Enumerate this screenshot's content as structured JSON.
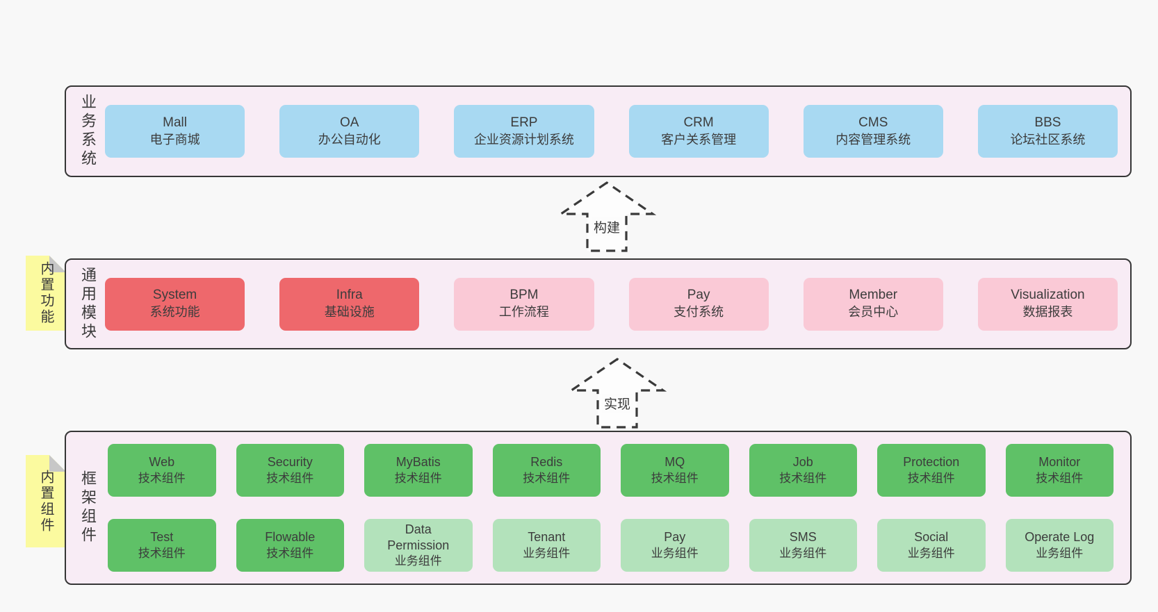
{
  "colors": {
    "background": "#f8f8f8",
    "layer_background": "#f8ecf5",
    "layer_border": "#363636",
    "sticky_note": "#fbfa9f",
    "sticky_fold": "#c7c7c7",
    "text": "#3c3c3c",
    "box_variants": {
      "blue": "#a8d9f2",
      "red": "#ee686c",
      "pink": "#fac9d6",
      "green": "#5fc167",
      "light_green": "#b3e2bb"
    }
  },
  "arrows": [
    {
      "label": "构建"
    },
    {
      "label": "实现"
    }
  ],
  "layers": [
    {
      "side_label": "业务系统",
      "boxes": [
        {
          "name": "Mall",
          "desc": "电子商城",
          "variant": "blue"
        },
        {
          "name": "OA",
          "desc": "办公自动化",
          "variant": "blue"
        },
        {
          "name": "ERP",
          "desc": "企业资源计划系统",
          "variant": "blue"
        },
        {
          "name": "CRM",
          "desc": "客户关系管理",
          "variant": "blue"
        },
        {
          "name": "CMS",
          "desc": "内容管理系统",
          "variant": "blue"
        },
        {
          "name": "BBS",
          "desc": "论坛社区系统",
          "variant": "blue"
        }
      ]
    },
    {
      "side_label": "通用模块",
      "sticky_note": "内置功能",
      "boxes": [
        {
          "name": "System",
          "desc": "系统功能",
          "variant": "red"
        },
        {
          "name": "Infra",
          "desc": "基础设施",
          "variant": "red"
        },
        {
          "name": "BPM",
          "desc": "工作流程",
          "variant": "pink"
        },
        {
          "name": "Pay",
          "desc": "支付系统",
          "variant": "pink"
        },
        {
          "name": "Member",
          "desc": "会员中心",
          "variant": "pink"
        },
        {
          "name": "Visualization",
          "desc": "数据报表",
          "variant": "pink"
        }
      ]
    },
    {
      "side_label": "框架组件",
      "sticky_note": "内置组件",
      "rows": [
        [
          {
            "name": "Web",
            "desc": "技术组件",
            "variant": "green"
          },
          {
            "name": "Security",
            "desc": "技术组件",
            "variant": "green"
          },
          {
            "name": "MyBatis",
            "desc": "技术组件",
            "variant": "green"
          },
          {
            "name": "Redis",
            "desc": "技术组件",
            "variant": "green"
          },
          {
            "name": "MQ",
            "desc": "技术组件",
            "variant": "green"
          },
          {
            "name": "Job",
            "desc": "技术组件",
            "variant": "green"
          },
          {
            "name": "Protection",
            "desc": "技术组件",
            "variant": "green"
          },
          {
            "name": "Monitor",
            "desc": "技术组件",
            "variant": "green"
          }
        ],
        [
          {
            "name": "Test",
            "desc": "技术组件",
            "variant": "green"
          },
          {
            "name": "Flowable",
            "desc": "技术组件",
            "variant": "green"
          },
          {
            "name": "Data Permission",
            "desc": "业务组件",
            "variant": "light_green"
          },
          {
            "name": "Tenant",
            "desc": "业务组件",
            "variant": "light_green"
          },
          {
            "name": "Pay",
            "desc": "业务组件",
            "variant": "light_green"
          },
          {
            "name": "SMS",
            "desc": "业务组件",
            "variant": "light_green"
          },
          {
            "name": "Social",
            "desc": "业务组件",
            "variant": "light_green"
          },
          {
            "name": "Operate Log",
            "desc": "业务组件",
            "variant": "light_green"
          }
        ]
      ]
    }
  ]
}
